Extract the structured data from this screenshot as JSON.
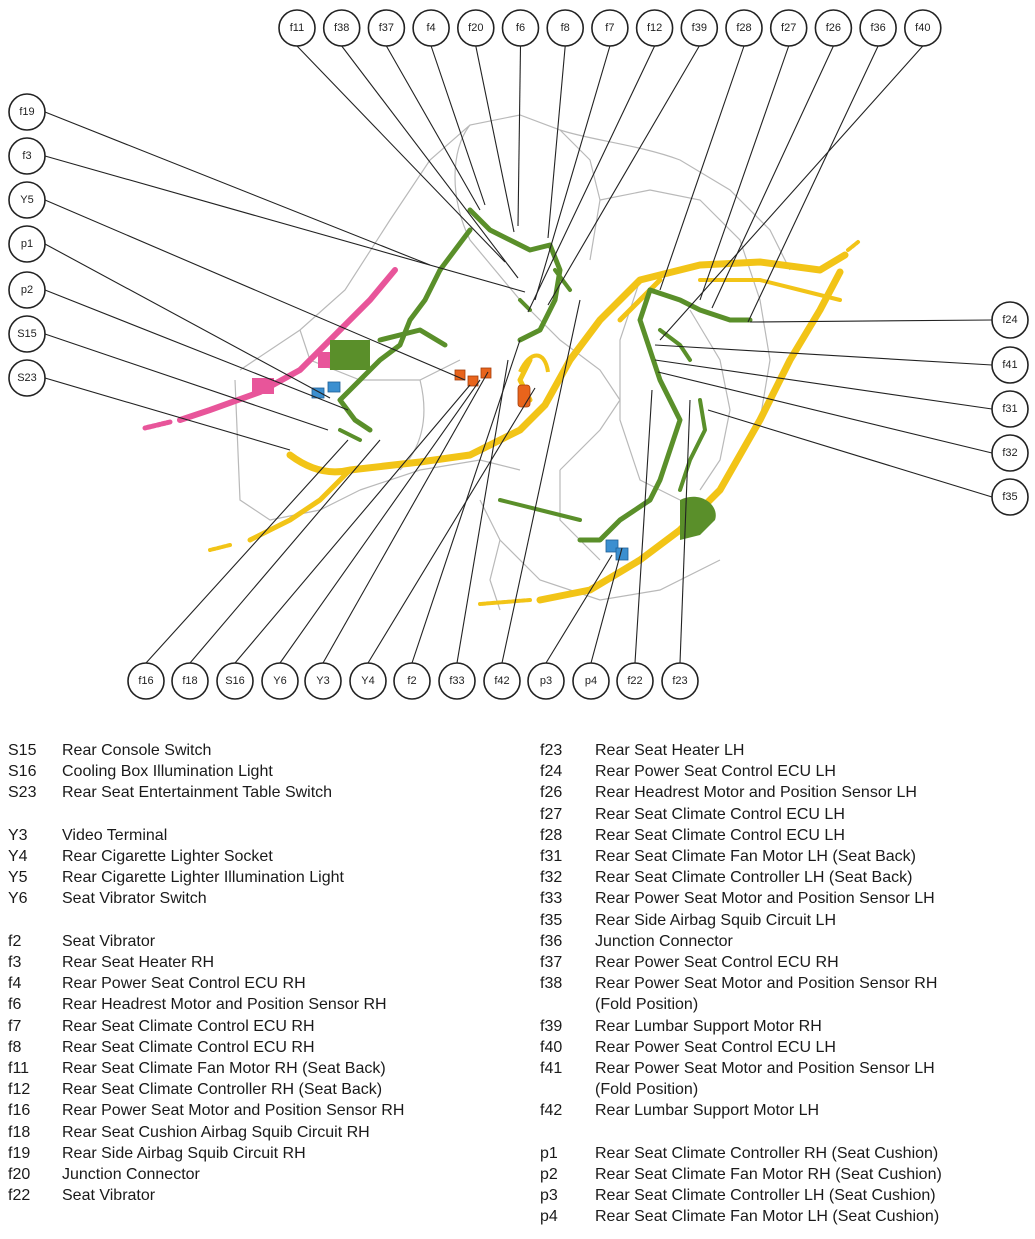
{
  "callouts_top": [
    "f11",
    "f38",
    "f37",
    "f4",
    "f20",
    "f6",
    "f8",
    "f7",
    "f12",
    "f39",
    "f28",
    "f27",
    "f26",
    "f36",
    "f40"
  ],
  "callouts_left": [
    "f19",
    "f3",
    "Y5",
    "p1",
    "p2",
    "S15",
    "S23"
  ],
  "callouts_right": [
    "f24",
    "f41",
    "f31",
    "f32",
    "f35"
  ],
  "callouts_bottom": [
    "f16",
    "f18",
    "S16",
    "Y6",
    "Y3",
    "Y4",
    "f2",
    "f33",
    "f42",
    "p3",
    "p4",
    "f22",
    "f23"
  ],
  "colors": {
    "harness_green": "#5a8f2a",
    "harness_yellow": "#f2c417",
    "harness_pink": "#e8559a",
    "harness_blue": "#3b8fd0",
    "harness_orange": "#e8641c",
    "seat_outline": "#b9b9b9"
  },
  "legend_left": [
    {
      "code": "S15",
      "label": "Rear Console Switch"
    },
    {
      "code": "S16",
      "label": "Cooling Box Illumination Light"
    },
    {
      "code": "S23",
      "label": "Rear Seat Entertainment Table Switch"
    },
    {
      "code": "",
      "label": ""
    },
    {
      "code": "Y3",
      "label": "Video Terminal"
    },
    {
      "code": "Y4",
      "label": "Rear Cigarette Lighter Socket"
    },
    {
      "code": "Y5",
      "label": "Rear Cigarette Lighter Illumination Light"
    },
    {
      "code": "Y6",
      "label": "Seat Vibrator Switch"
    },
    {
      "code": "",
      "label": ""
    },
    {
      "code": "f2",
      "label": "Seat Vibrator"
    },
    {
      "code": "f3",
      "label": "Rear Seat Heater RH"
    },
    {
      "code": "f4",
      "label": "Rear Power Seat Control ECU RH"
    },
    {
      "code": "f6",
      "label": "Rear Headrest Motor and Position Sensor RH"
    },
    {
      "code": "f7",
      "label": "Rear Seat Climate Control ECU RH"
    },
    {
      "code": "f8",
      "label": "Rear Seat Climate Control ECU RH"
    },
    {
      "code": "f11",
      "label": "Rear Seat Climate Fan Motor RH (Seat Back)"
    },
    {
      "code": "f12",
      "label": "Rear Seat Climate Controller RH (Seat Back)"
    },
    {
      "code": "f16",
      "label": "Rear Power Seat Motor and Position Sensor RH"
    },
    {
      "code": "f18",
      "label": "Rear Seat Cushion Airbag Squib Circuit RH"
    },
    {
      "code": "f19",
      "label": "Rear Side Airbag Squib Circuit RH"
    },
    {
      "code": "f20",
      "label": "Junction Connector"
    },
    {
      "code": "f22",
      "label": "Seat Vibrator"
    }
  ],
  "legend_right": [
    {
      "code": "f23",
      "label": "Rear Seat Heater LH"
    },
    {
      "code": "f24",
      "label": "Rear Power Seat Control ECU LH"
    },
    {
      "code": "f26",
      "label": "Rear Headrest Motor and Position Sensor LH"
    },
    {
      "code": "f27",
      "label": "Rear Seat Climate Control ECU LH"
    },
    {
      "code": "f28",
      "label": "Rear Seat Climate Control ECU LH"
    },
    {
      "code": "f31",
      "label": "Rear Seat Climate Fan Motor LH (Seat Back)"
    },
    {
      "code": "f32",
      "label": "Rear Seat Climate Controller LH (Seat Back)"
    },
    {
      "code": "f33",
      "label": "Rear Power Seat Motor and Position Sensor LH"
    },
    {
      "code": "f35",
      "label": "Rear Side Airbag Squib Circuit LH"
    },
    {
      "code": "f36",
      "label": "Junction Connector"
    },
    {
      "code": "f37",
      "label": "Rear Power Seat Control ECU RH"
    },
    {
      "code": "f38",
      "label": "Rear Power Seat Motor and Position Sensor RH"
    },
    {
      "code": "",
      "label": "(Fold Position)"
    },
    {
      "code": "f39",
      "label": "Rear Lumbar Support Motor RH"
    },
    {
      "code": "f40",
      "label": "Rear Power Seat Control ECU LH"
    },
    {
      "code": "f41",
      "label": "Rear Power Seat Motor and Position Sensor LH"
    },
    {
      "code": "",
      "label": "(Fold Position)"
    },
    {
      "code": "f42",
      "label": "Rear Lumbar Support Motor LH"
    },
    {
      "code": "",
      "label": ""
    },
    {
      "code": "p1",
      "label": "Rear Seat Climate Controller RH (Seat Cushion)"
    },
    {
      "code": "p2",
      "label": "Rear Seat Climate Fan Motor RH (Seat Cushion)"
    },
    {
      "code": "p3",
      "label": "Rear Seat Climate Controller LH (Seat Cushion)"
    },
    {
      "code": "p4",
      "label": "Rear Seat Climate Fan Motor LH (Seat Cushion)"
    }
  ]
}
